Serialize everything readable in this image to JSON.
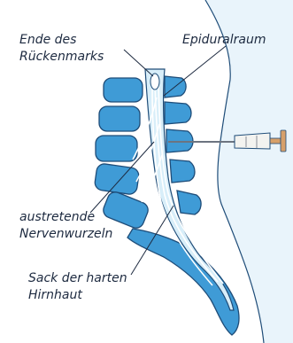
{
  "labels": {
    "end_of_spinal_cord": {
      "line1": "Ende des",
      "line2": "Rückenmarks"
    },
    "epidural_space": "Epiduralraum",
    "exiting_nerve_roots": {
      "line1": "austretende",
      "line2": "Nervenwurzeln"
    },
    "dural_sac": {
      "line1": "Sack der harten",
      "line2": "Hirnhaut"
    }
  },
  "colors": {
    "background": "#e9f4fb",
    "vertebra_fill": "#3f9bd6",
    "vertebra_outline": "#1e4c78",
    "canal_fill": "#d8eef9",
    "nerve_color": "#ffffff",
    "needle_color": "#6c7480",
    "syringe_fill": "#f3f3f0",
    "plunger_fill": "#d7a06a",
    "leader_line": "#1d2a40",
    "text": "#1d2a40"
  }
}
